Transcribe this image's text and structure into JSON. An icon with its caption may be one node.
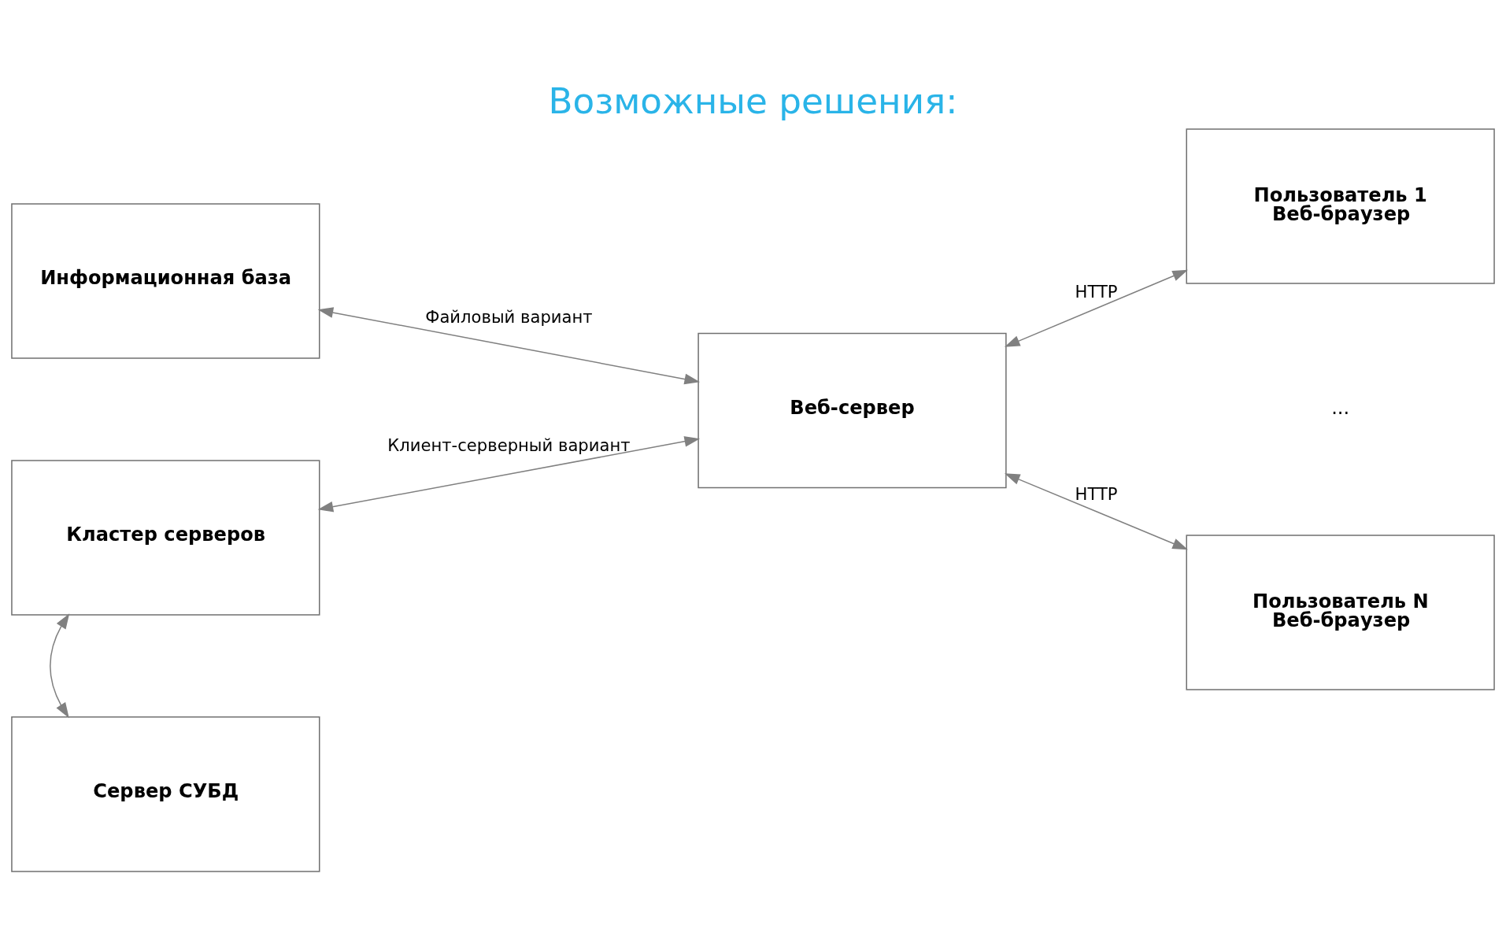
{
  "diagram": {
    "title": "Возможные решения:",
    "nodes": [
      {
        "text": [
          "Информационная база"
        ]
      },
      {
        "text": [
          "Веб-сервер"
        ]
      },
      {
        "text": [
          "Пользователь 1",
          "Веб-браузер"
        ]
      },
      {
        "text": [
          "Пользователь N",
          "Веб-браузер"
        ]
      },
      {
        "text": [
          "Кластер серверов"
        ]
      },
      {
        "text": [
          "Сервер СУБД"
        ]
      }
    ],
    "edges": [
      {
        "from": 0,
        "to": 1,
        "arrow": "both",
        "label": "Файловый вариант"
      },
      {
        "from": 4,
        "to": 1,
        "arrow": "both",
        "label": "Клиент-серверный вариант"
      },
      {
        "from": 1,
        "to": 2,
        "arrow": "both",
        "label": "HTTP"
      },
      {
        "from": 1,
        "to": 3,
        "arrow": "both",
        "label": "HTTP"
      },
      {
        "from": 4,
        "to": 5,
        "arrow": "both"
      }
    ],
    "labels": [
      "..."
    ]
  }
}
